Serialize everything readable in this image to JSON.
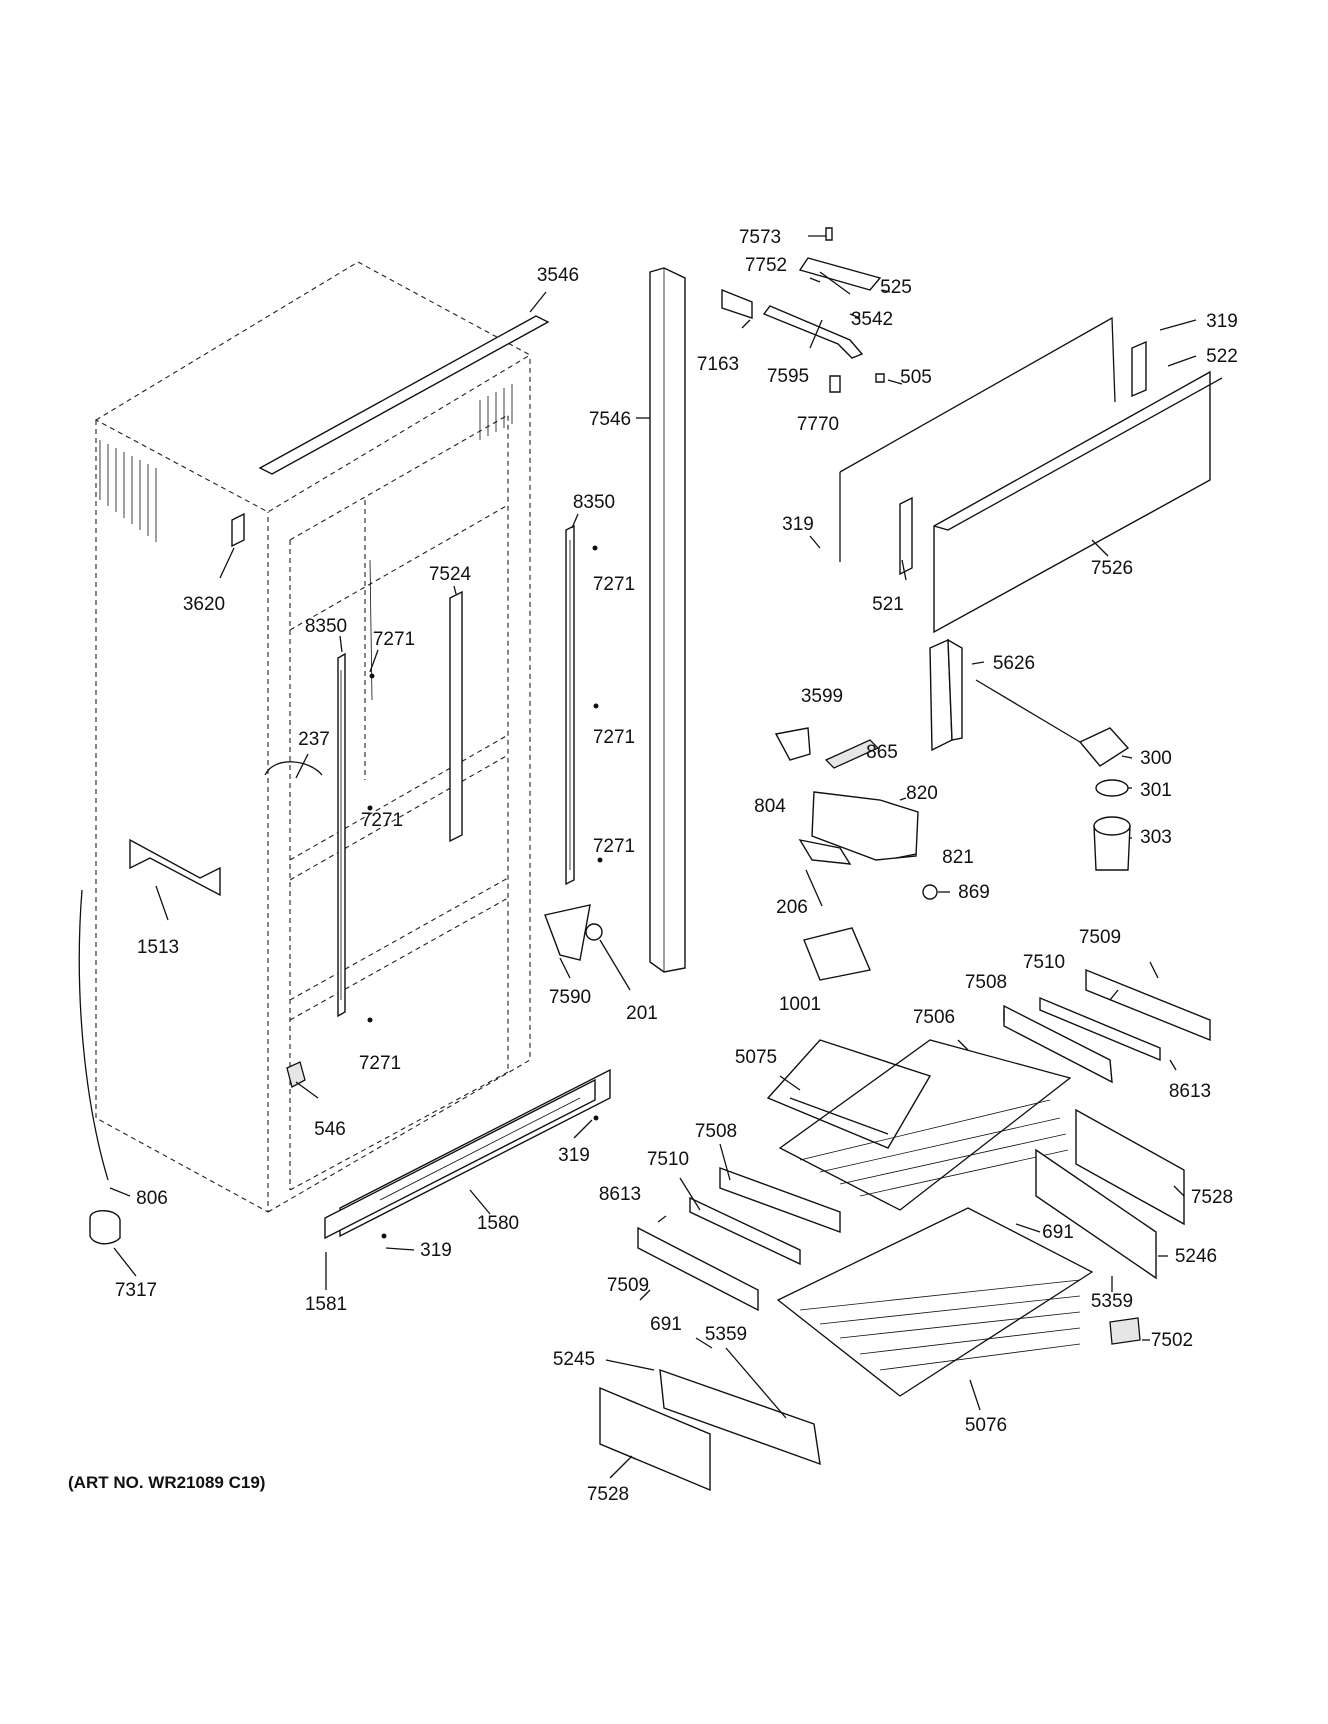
{
  "art_number": "(ART NO. WR21089 C19)",
  "callouts": [
    {
      "text": "7573"
    },
    {
      "text": "7752"
    },
    {
      "text": "525"
    },
    {
      "text": "3542"
    },
    {
      "text": "7163"
    },
    {
      "text": "7595"
    },
    {
      "text": "505"
    },
    {
      "text": "7770"
    },
    {
      "text": "319"
    },
    {
      "text": "522"
    },
    {
      "text": "3546"
    },
    {
      "text": "7546"
    },
    {
      "text": "319"
    },
    {
      "text": "521"
    },
    {
      "text": "7526"
    },
    {
      "text": "3620"
    },
    {
      "text": "8350"
    },
    {
      "text": "7271"
    },
    {
      "text": "7524"
    },
    {
      "text": "8350"
    },
    {
      "text": "7271"
    },
    {
      "text": "237"
    },
    {
      "text": "7271"
    },
    {
      "text": "7271"
    },
    {
      "text": "7271"
    },
    {
      "text": "5626"
    },
    {
      "text": "3599"
    },
    {
      "text": "865"
    },
    {
      "text": "300"
    },
    {
      "text": "301"
    },
    {
      "text": "804"
    },
    {
      "text": "820"
    },
    {
      "text": "303"
    },
    {
      "text": "821"
    },
    {
      "text": "206"
    },
    {
      "text": "869"
    },
    {
      "text": "1513"
    },
    {
      "text": "7590"
    },
    {
      "text": "201"
    },
    {
      "text": "7271"
    },
    {
      "text": "1001"
    },
    {
      "text": "7509"
    },
    {
      "text": "7510"
    },
    {
      "text": "7508"
    },
    {
      "text": "7506"
    },
    {
      "text": "5075"
    },
    {
      "text": "8613"
    },
    {
      "text": "546"
    },
    {
      "text": "319"
    },
    {
      "text": "7508"
    },
    {
      "text": "7510"
    },
    {
      "text": "8613"
    },
    {
      "text": "806"
    },
    {
      "text": "7528"
    },
    {
      "text": "1580"
    },
    {
      "text": "691"
    },
    {
      "text": "319"
    },
    {
      "text": "5246"
    },
    {
      "text": "7317"
    },
    {
      "text": "7509"
    },
    {
      "text": "5359"
    },
    {
      "text": "1581"
    },
    {
      "text": "691"
    },
    {
      "text": "5359"
    },
    {
      "text": "7502"
    },
    {
      "text": "5245"
    },
    {
      "text": "5076"
    },
    {
      "text": "7528"
    }
  ]
}
